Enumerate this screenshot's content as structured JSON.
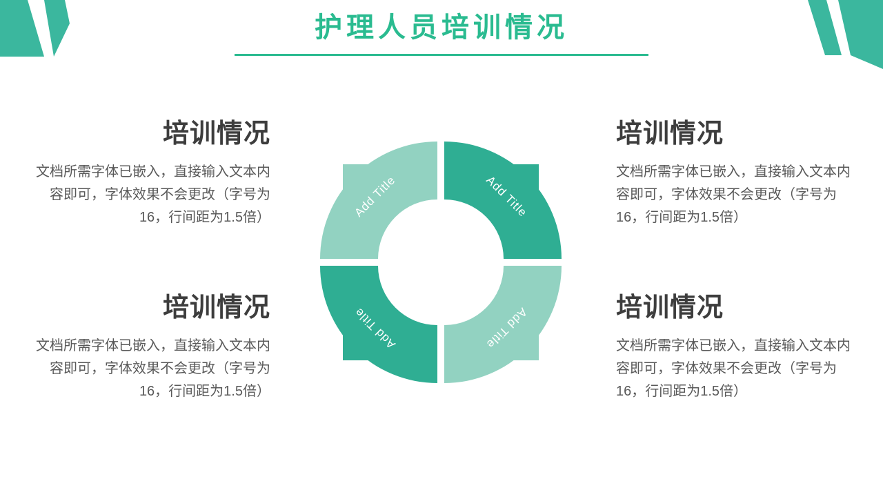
{
  "title": {
    "text": "护理人员培训情况"
  },
  "colors": {
    "accent": "#2abb90",
    "stripe": "#3bb79e",
    "segment_dark": "#2fae93",
    "segment_light": "#92d2c1",
    "heading_text": "#3d3d3d",
    "body_text": "#595959"
  },
  "blocks": [
    {
      "position": "top-left",
      "heading": "培训情况",
      "body": "文档所需字体已嵌入，直接输入文本内容即可，字体效果不会更改（字号为16，行间距为1.5倍）"
    },
    {
      "position": "top-right",
      "heading": "培训情况",
      "body": "文档所需字体已嵌入，直接输入文本内容即可，字体效果不会更改（字号为16，行间距为1.5倍）"
    },
    {
      "position": "bottom-left",
      "heading": "培训情况",
      "body": "文档所需字体已嵌入，直接输入文本内容即可，字体效果不会更改（字号为16，行间距为1.5倍）"
    },
    {
      "position": "bottom-right",
      "heading": "培训情况",
      "body": "文档所需字体已嵌入，直接输入文本内容即可，字体效果不会更改（字号为16，行间距为1.5倍）"
    }
  ],
  "diagram": {
    "type": "ring-4-segments",
    "segments": [
      {
        "position": "top-left",
        "label": "Add Title",
        "color": "#92d2c1"
      },
      {
        "position": "top-right",
        "label": "Add Title",
        "color": "#2fae93"
      },
      {
        "position": "bottom-left",
        "label": "Add Title",
        "color": "#2fae93"
      },
      {
        "position": "bottom-right",
        "label": "Add Title",
        "color": "#92d2c1"
      }
    ]
  }
}
